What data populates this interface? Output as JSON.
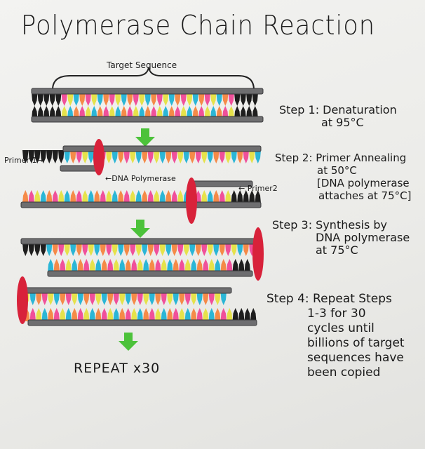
{
  "title": "Polymerase Chain Reaction",
  "target_label": "Target Sequence",
  "labels": {
    "primer1": "Primer 1→",
    "dna_polymerase": "←DNA Polymerase",
    "primer2": "← Primer2"
  },
  "steps": [
    {
      "lines": [
        "Step 1: Denaturation",
        "at 95°C"
      ]
    },
    {
      "lines": [
        "Step 2: Primer Annealing",
        "at 50°C",
        "[DNA polymerase",
        "attaches at 75°C]"
      ]
    },
    {
      "lines": [
        "Step 3: Synthesis by",
        "DNA polymerase",
        "at 75°C"
      ]
    },
    {
      "lines": [
        "Step 4: Repeat Steps",
        "1-3 for 30",
        "cycles until",
        "billions of target",
        "sequences have",
        "been copied"
      ]
    }
  ],
  "repeat_label": "REPEAT x30",
  "colors": {
    "backbone": "#6e6e70",
    "end_base": "#1e1e1e",
    "bases": [
      "#f0509a",
      "#e6e24a",
      "#2bb6d6",
      "#f58a48"
    ],
    "polymerase": "#d8223a",
    "arrow": "#4cc23a"
  }
}
